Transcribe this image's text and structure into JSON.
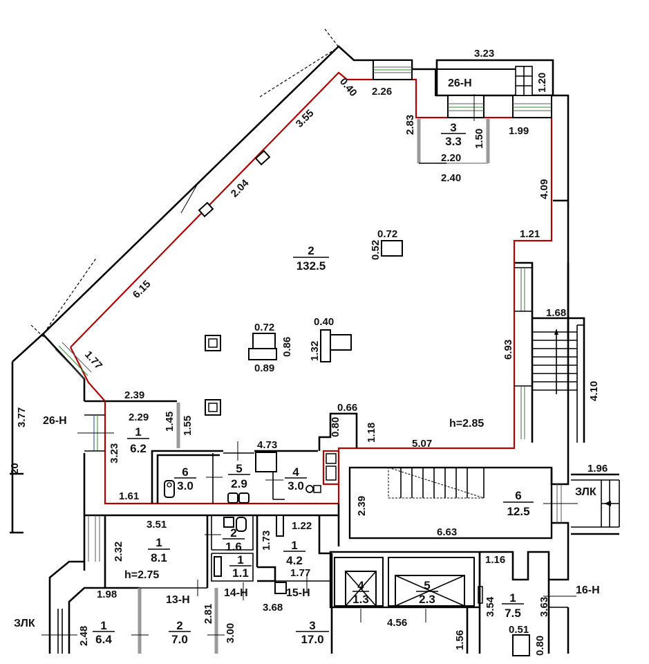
{
  "drawing": {
    "type": "floor-plan",
    "ceiling_heights": [
      {
        "id": "h-main",
        "text": "h=2.85"
      },
      {
        "id": "h-lower",
        "text": "h=2.75"
      }
    ],
    "colors": {
      "outline_highlight": "#b00000",
      "walls": "#000000",
      "window_green": "#2a8a2a",
      "window_blue": "#1d3fa8"
    }
  },
  "rooms": [
    {
      "id": "main-2",
      "number": "2",
      "area": "132.5"
    },
    {
      "id": "top-3",
      "number": "3",
      "area": "3.3"
    },
    {
      "id": "left-1",
      "number": "1",
      "area": "6.2"
    },
    {
      "id": "wc-6",
      "number": "6",
      "area": "3.0"
    },
    {
      "id": "wc-5",
      "number": "5",
      "area": "2.9"
    },
    {
      "id": "wc-4",
      "number": "4",
      "area": "3.0"
    },
    {
      "id": "stair-6",
      "number": "6",
      "area": "12.5"
    },
    {
      "id": "low-1-81",
      "number": "1",
      "area": "8.1"
    },
    {
      "id": "low-2-16",
      "number": "2",
      "area": "1.6"
    },
    {
      "id": "low-1-11",
      "number": "1",
      "area": "1.1"
    },
    {
      "id": "low-1-42",
      "number": "1",
      "area": "4.2"
    },
    {
      "id": "lift-4",
      "number": "4",
      "area": "1.3"
    },
    {
      "id": "lift-5",
      "number": "5",
      "area": "2.3"
    },
    {
      "id": "right-1-75",
      "number": "1",
      "area": "7.5"
    },
    {
      "id": "bot-1-64",
      "number": "1",
      "area": "6.4"
    },
    {
      "id": "bot-2-70",
      "number": "2",
      "area": "7.0"
    },
    {
      "id": "bot-3-170",
      "number": "3",
      "area": "17.0"
    }
  ],
  "unit_labels": [
    "26-Н",
    "26-Н",
    "13-Н",
    "14-Н",
    "15-Н",
    "16-Н",
    "ЗЛК",
    "ЗЛК"
  ],
  "dimensions": {
    "top": [
      "3.23",
      "1.20",
      "2.26",
      "0.40",
      "2.83",
      "1.99",
      "1.50",
      "2.20",
      "2.40",
      "4.09"
    ],
    "diagonal": [
      "3.55",
      "2.04",
      "6.15",
      "1.77"
    ],
    "main": [
      "0.72",
      "0.52",
      "1.21",
      "0.72",
      "0.89",
      "0.86",
      "0.40",
      "1.32",
      "6.93",
      "1.68",
      "4.10"
    ],
    "left": [
      "3.77",
      "20",
      "2.39",
      "2.29",
      "1.45",
      "1.55",
      "3.23",
      "1.61"
    ],
    "mid": [
      "0.66",
      "0.80",
      "1.18",
      "4.73",
      "5.07",
      "2.39",
      "6.63",
      "1.96"
    ],
    "lower": [
      "3.51",
      "2.32",
      "1.73",
      "1.22",
      "1.77",
      "1.98",
      "3.68",
      "2.81",
      "3.00",
      "2.48"
    ],
    "lower_right": [
      "4.56",
      "1.56",
      "1.16",
      "3.54",
      "3.63",
      "0.51",
      "0.80"
    ]
  }
}
